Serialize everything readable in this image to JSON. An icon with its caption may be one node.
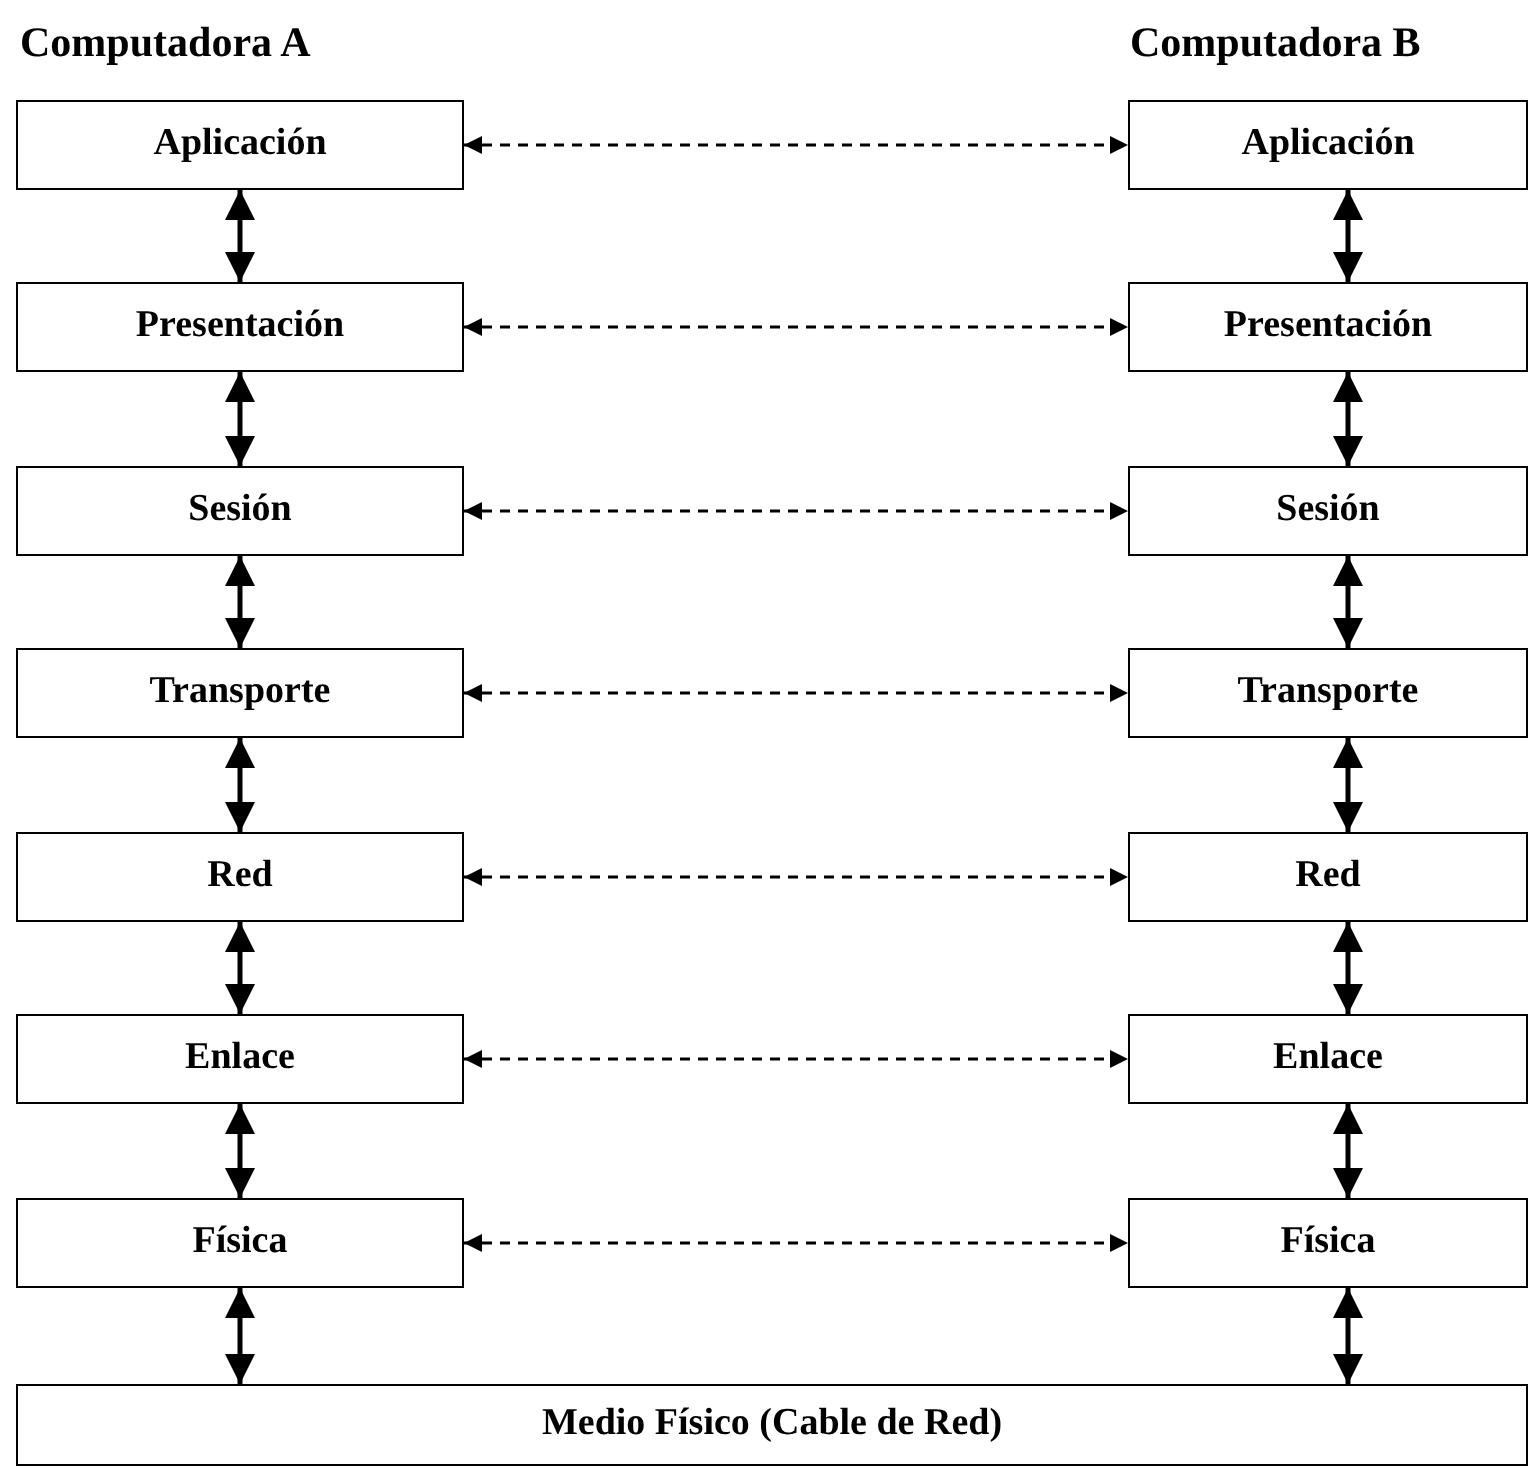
{
  "diagram": {
    "nodes": [
      {
        "text": [
          "Aplicación"
        ]
      },
      {
        "text": [
          "Aplicación"
        ]
      },
      {
        "text": [
          "Presentación"
        ]
      },
      {
        "text": [
          "Presentación"
        ]
      },
      {
        "text": [
          "Sesión"
        ]
      },
      {
        "text": [
          "Sesión"
        ]
      },
      {
        "text": [
          "Transporte"
        ]
      },
      {
        "text": [
          "Transporte"
        ]
      },
      {
        "text": [
          "Red"
        ]
      },
      {
        "text": [
          "Red"
        ]
      },
      {
        "text": [
          "Enlace"
        ]
      },
      {
        "text": [
          "Enlace"
        ]
      },
      {
        "text": [
          "Física"
        ]
      },
      {
        "text": [
          "Física"
        ]
      },
      {
        "text": [
          "Medio Físico (Cable de Red)"
        ]
      }
    ],
    "edges": [
      {
        "from": 0,
        "to": 1,
        "arrow": "both",
        "style": "dashed"
      },
      {
        "from": 2,
        "to": 3,
        "arrow": "both",
        "style": "dashed"
      },
      {
        "from": 4,
        "to": 5,
        "arrow": "both",
        "style": "dashed"
      },
      {
        "from": 6,
        "to": 7,
        "arrow": "both",
        "style": "dashed"
      },
      {
        "from": 8,
        "to": 9,
        "arrow": "both",
        "style": "dashed"
      },
      {
        "from": 10,
        "to": 11,
        "arrow": "both",
        "style": "dashed"
      },
      {
        "from": 12,
        "to": 13,
        "arrow": "both",
        "style": "dashed"
      },
      {
        "from": 0,
        "to": 2,
        "arrow": "both"
      },
      {
        "from": 2,
        "to": 4,
        "arrow": "both"
      },
      {
        "from": 4,
        "to": 6,
        "arrow": "both"
      },
      {
        "from": 6,
        "to": 8,
        "arrow": "both"
      },
      {
        "from": 8,
        "to": 10,
        "arrow": "both"
      },
      {
        "from": 10,
        "to": 12,
        "arrow": "both"
      },
      {
        "from": 12,
        "to": 14,
        "arrow": "both"
      },
      {
        "from": 1,
        "to": 3,
        "arrow": "both"
      },
      {
        "from": 3,
        "to": 5,
        "arrow": "both"
      },
      {
        "from": 5,
        "to": 7,
        "arrow": "both"
      },
      {
        "from": 7,
        "to": 9,
        "arrow": "both"
      },
      {
        "from": 9,
        "to": 11,
        "arrow": "both"
      },
      {
        "from": 11,
        "to": 13,
        "arrow": "both"
      },
      {
        "from": 13,
        "to": 14,
        "arrow": "both"
      }
    ],
    "labels": [
      "Computadora A",
      "Computadora B"
    ]
  }
}
